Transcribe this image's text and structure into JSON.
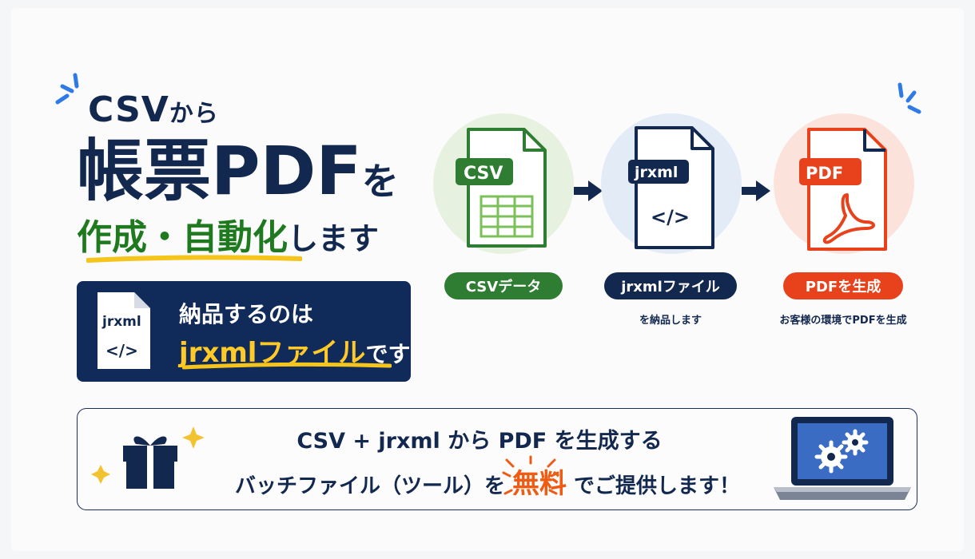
{
  "headline": {
    "line1_main": "CSV",
    "line1_small": "から",
    "line2_main": "帳票PDF",
    "line2_small": "を",
    "line3_green": "作成・自動化",
    "line3_rest": "します"
  },
  "delivery_box": {
    "file_label": "jrxml",
    "code_glyph": "</>",
    "line1": "納品するのは",
    "line2_highlight": "jrxmlファイル",
    "line2_rest": "です"
  },
  "flow": [
    {
      "tag": "CSV",
      "pill": "CSVデータ",
      "sub": "",
      "color": "#2e7d32"
    },
    {
      "tag": "jrxml",
      "code": "</>",
      "pill": "jrxmlファイル",
      "sub": "を納品します",
      "color": "#13284f"
    },
    {
      "tag": "PDF",
      "pill": "PDFを生成",
      "sub": "お客様の環境でPDFを生成",
      "color": "#e8421c"
    }
  ],
  "bottom": {
    "line1": "CSV + jrxml から PDF を生成する",
    "line2_before": "バッチファイル（ツール）を ",
    "line2_free": "無料",
    "line2_after": " でご提供します！"
  },
  "icons": [
    "sparkle-icon",
    "gift-icon",
    "laptop-gear-icon",
    "acrobat-icon",
    "arrow-right-icon"
  ],
  "colors": {
    "navy": "#13284f",
    "green": "#2e7d32",
    "red": "#e8421c",
    "yellow": "#ffc928",
    "orange": "#ef5b12"
  }
}
